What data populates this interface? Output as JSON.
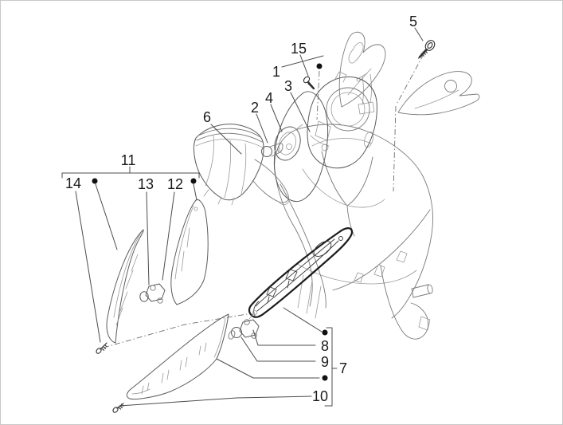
{
  "page": {
    "background_color": "#ffffff",
    "frame_color": "#c8c8c8"
  },
  "diagram": {
    "type": "exploded-parts-line-drawing",
    "subject": "scooter front shield, headlamp and turn-signal lamps",
    "line_color": "#7a7a7a",
    "emphasis_color": "#1c1c1c",
    "label_color": "#1a1a1a",
    "callouts": [
      {
        "number": "1"
      },
      {
        "number": "2"
      },
      {
        "number": "3"
      },
      {
        "number": "4"
      },
      {
        "number": "5"
      },
      {
        "number": "6"
      },
      {
        "number": "7"
      },
      {
        "number": "8"
      },
      {
        "number": "9"
      },
      {
        "number": "10"
      },
      {
        "number": "11"
      },
      {
        "number": "12"
      },
      {
        "number": "13"
      },
      {
        "number": "14"
      },
      {
        "number": "15"
      }
    ]
  }
}
